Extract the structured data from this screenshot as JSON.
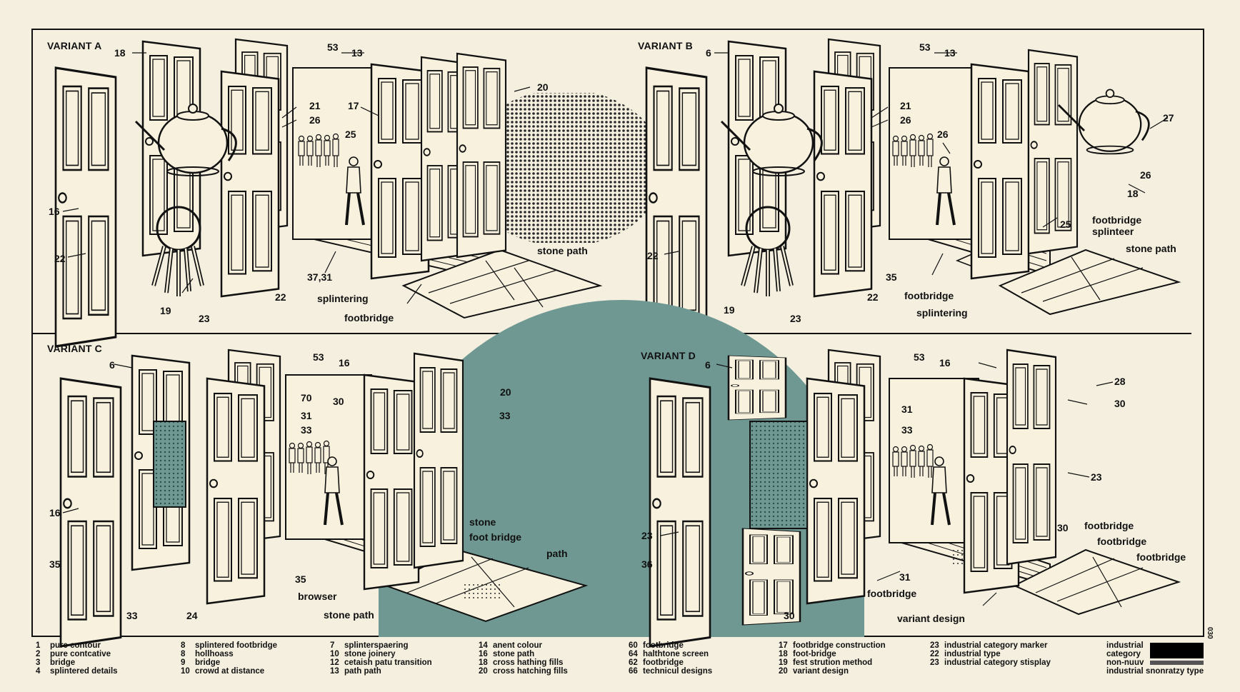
{
  "colors": {
    "paper": "#f4efdf",
    "ink": "#111111",
    "door": "#f7f1de",
    "teal": "#6f9892",
    "halftone": "#2a2a2a"
  },
  "icons": [
    "door-icon",
    "teapot-icon",
    "kettle-icon",
    "key-ring-icon",
    "walking-figure-icon",
    "crowd-icon",
    "footbridge-icon",
    "stone-path-icon",
    "halftone-cloud",
    "teal-semicircle"
  ],
  "variants": [
    {
      "label": "VARIANT A",
      "callouts": [
        "18",
        "53",
        "13",
        "20",
        "21",
        "26",
        "17",
        "25",
        "16",
        "22",
        "19",
        "23",
        "37,31",
        "22",
        "splintering",
        "footbridge",
        "stone path"
      ]
    },
    {
      "label": "VARIANT B",
      "callouts": [
        "6",
        "53",
        "13",
        "27",
        "21",
        "26",
        "26",
        "26",
        "18",
        "footbridge",
        "splinteer",
        "25",
        "stone path",
        "22",
        "35",
        "footbridge",
        "19",
        "23",
        "22",
        "splintering"
      ]
    },
    {
      "label": "VARIANT C",
      "callouts": [
        "6",
        "53",
        "16",
        "20",
        "70",
        "30",
        "31",
        "33",
        "33",
        "16",
        "35",
        "stone",
        "foot bridge",
        "path",
        "35",
        "browser",
        "stone path",
        "33",
        "24"
      ]
    },
    {
      "label": "VARIANT D",
      "callouts": [
        "6",
        "53",
        "16",
        "28",
        "31",
        "30",
        "33",
        "23",
        "23",
        "30",
        "footbridge",
        "footbridge",
        "footbridge",
        "36",
        "31",
        "footbridge",
        "30",
        "variant design"
      ]
    }
  ],
  "legend": [
    [
      {
        "n": "1",
        "t": "pure contour"
      },
      {
        "n": "2",
        "t": "pure contcative"
      },
      {
        "n": "3",
        "t": "bridge"
      },
      {
        "n": "4",
        "t": "splintered details"
      }
    ],
    [
      {
        "n": "8",
        "t": "splintered footbridge"
      },
      {
        "n": "8",
        "t": "hollhoass"
      },
      {
        "n": "9",
        "t": "bridge"
      },
      {
        "n": "10",
        "t": "crowd at distance"
      }
    ],
    [
      {
        "n": "7",
        "t": "splinterspaering"
      },
      {
        "n": "10",
        "t": "stone joinery"
      },
      {
        "n": "12",
        "t": "cetaish patu transition"
      },
      {
        "n": "13",
        "t": "path path"
      }
    ],
    [
      {
        "n": "14",
        "t": "anent colour"
      },
      {
        "n": "16",
        "t": "stone path"
      },
      {
        "n": "18",
        "t": "cross hathing fills"
      },
      {
        "n": "20",
        "t": "cross hatching fills"
      }
    ],
    [
      {
        "n": "60",
        "t": "footbridge"
      },
      {
        "n": "64",
        "t": "halthtone screen"
      },
      {
        "n": "62",
        "t": "footbridge"
      },
      {
        "n": "66",
        "t": "technicul designs"
      }
    ],
    [
      {
        "n": "17",
        "t": "footbridge construction"
      },
      {
        "n": "18",
        "t": "foot-bridge"
      },
      {
        "n": "19",
        "t": "fest strution method"
      },
      {
        "n": "20",
        "t": "variant design"
      }
    ],
    [
      {
        "n": "23",
        "t": "industrial category marker"
      },
      {
        "n": "22",
        "t": "industrial type"
      },
      {
        "n": "23",
        "t": "industrial category stisplay"
      }
    ]
  ],
  "key": {
    "lines": [
      "industrial",
      "category",
      "non-nuuv",
      "industrial snonratzy type"
    ]
  },
  "side_code": "030"
}
